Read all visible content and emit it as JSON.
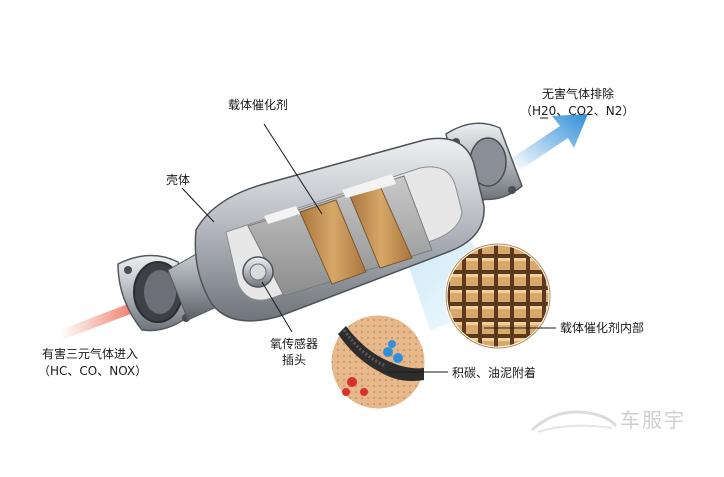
{
  "labels": {
    "catalyst": "载体催化剂",
    "shell": "壳体",
    "exhaust_out_1": "无害气体排除",
    "exhaust_out_2": "（H20、CO2、N2）",
    "intake_in_1": "有害三元气体进入",
    "intake_in_2": "（HC、CO、NOX）",
    "sensor_1": "氧传感器",
    "sensor_2": "插头",
    "catalyst_inner": "载体催化剂内部",
    "deposits": "积碳、油泥附着"
  },
  "watermark": {
    "text": "车服宇"
  },
  "colors": {
    "red_arrow": "#e8452a",
    "blue_arrow": "#2f8fd8",
    "metal": "#b8bcc2",
    "catalyst": "#c79356",
    "honeycomb": "#d8a76a"
  }
}
